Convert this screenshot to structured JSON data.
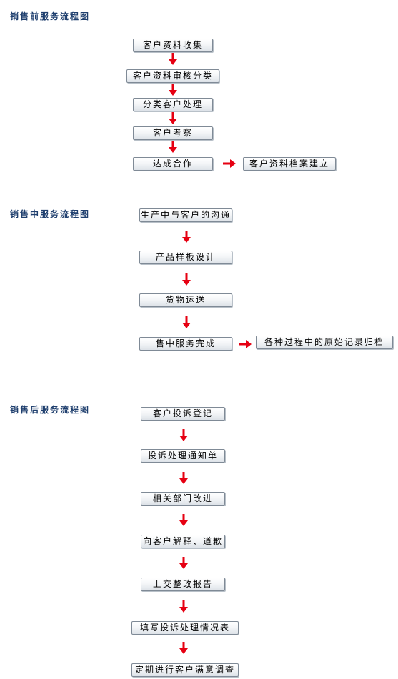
{
  "sections": [
    {
      "title": "销售前服务流程图",
      "steps": [
        "客户资料收集",
        "客户资料审核分类",
        "分类客户处理",
        "客户考察",
        "达成合作"
      ],
      "side": "客户资料档案建立"
    },
    {
      "title": "销售中服务流程图",
      "steps": [
        "生产中与客户的沟通",
        "产品样板设计",
        "货物运送",
        "售中服务完成"
      ],
      "side": "各种过程中的原始记录归档"
    },
    {
      "title": "销售后服务流程图",
      "steps": [
        "客户投诉登记",
        "投诉处理通知单",
        "相关部门改进",
        "向客户解释、道歉",
        "上交整改报告",
        "填写投诉处理情况表",
        "定期进行客户满意调查"
      ]
    }
  ],
  "colors": {
    "title": "#1f3f6e",
    "arrow": "#e60012",
    "box_border": "#7f8a96"
  }
}
